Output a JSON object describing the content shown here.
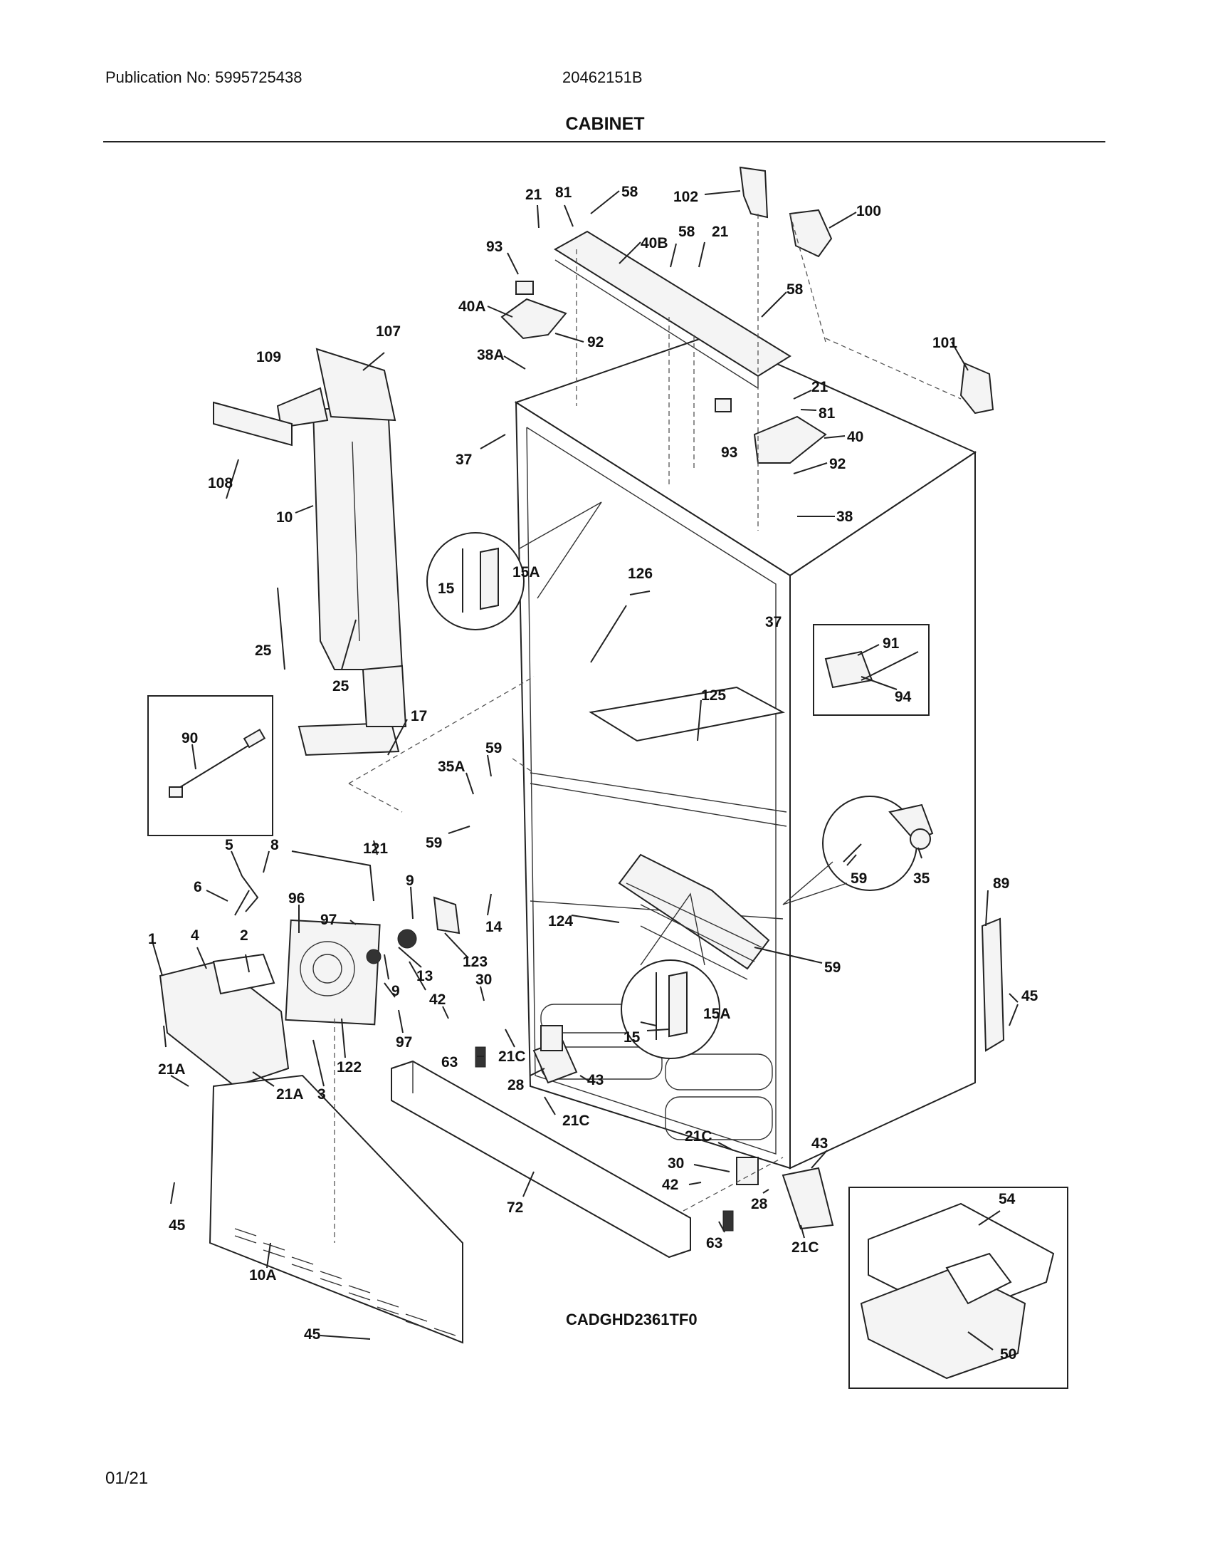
{
  "header": {
    "publication": "Publication No: 5995725438",
    "doc_number": "20462151B",
    "title": "CABINET"
  },
  "footer": {
    "page": "01/21"
  },
  "model": "CADGHD2361TF0",
  "callouts": {
    "c21a": "21",
    "c81a": "81",
    "c58a": "58",
    "c102": "102",
    "c100": "100",
    "c93a": "93",
    "c40b": "40B",
    "c58b": "58",
    "c21b": "21",
    "c40a": "40A",
    "c58c": "58",
    "c107": "107",
    "c109": "109",
    "c92a": "92",
    "c38a": "38A",
    "c101": "101",
    "c21c": "21",
    "c81b": "81",
    "c40": "40",
    "c37a": "37",
    "c93b": "93",
    "c92b": "92",
    "c108": "108",
    "c10": "10",
    "c38": "38",
    "c15a": "15",
    "c15aA": "15A",
    "c126": "126",
    "c37b": "37",
    "c91": "91",
    "c94": "94",
    "c25a": "25",
    "c25b": "25",
    "c17": "17",
    "c125": "125",
    "c90": "90",
    "c59a": "59",
    "c35a": "35A",
    "c59b": "59",
    "c5": "5",
    "c8": "8",
    "c121": "121",
    "c6": "6",
    "c96": "96",
    "c97a": "97",
    "c9a": "9",
    "c14": "14",
    "c124": "124",
    "c59c": "59",
    "c35": "35",
    "c89": "89",
    "c1": "1",
    "c4": "4",
    "c2": "2",
    "c13": "13",
    "c123": "123",
    "c59d": "59",
    "c9b": "9",
    "c30a": "30",
    "c42a": "42",
    "c97b": "97",
    "c15b": "15",
    "c15bA": "15A",
    "c45a": "45",
    "c21ca": "21C",
    "c63a": "63",
    "c28a": "28",
    "c43a": "43",
    "c21A1": "21A",
    "c21A2": "21A",
    "c3": "3",
    "c122": "122",
    "c21cb": "21C",
    "c21cc": "21C",
    "c30b": "30",
    "c43b": "43",
    "c42b": "42",
    "c28b": "28",
    "c63b": "63",
    "c21cd": "21C",
    "c72": "72",
    "c45b": "45",
    "c10a": "10A",
    "c54": "54",
    "c50": "50",
    "c45c": "45"
  }
}
